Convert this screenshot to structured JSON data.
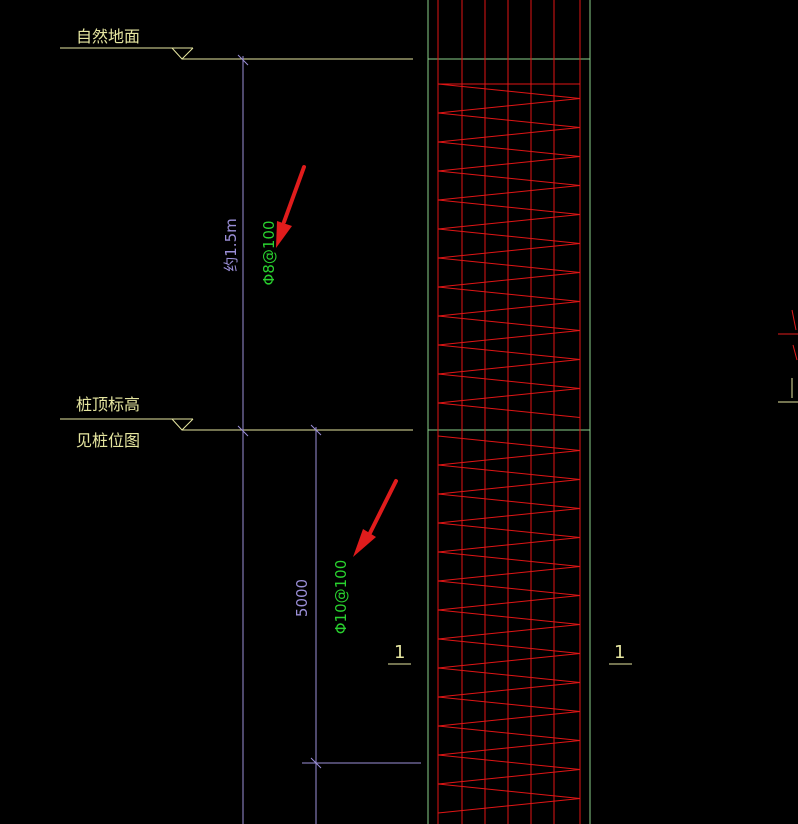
{
  "labels": {
    "natural_ground": "自然地面",
    "pile_top_elevation": "桩顶标高",
    "see_pile_plan": "见桩位图",
    "depth_upper": "约1.5m",
    "depth_lower": "5000",
    "stirrup_upper": "Φ8@100",
    "stirrup_lower": "Φ10@100",
    "section_left": "1",
    "section_right": "1"
  },
  "colors": {
    "background": "#000000",
    "ground_line": "#e6e6a0",
    "dimension": "#9b8fd8",
    "pile_outline": "#8ad08a",
    "rebar": "#e01515",
    "arrow": "#e01c1c",
    "annotation": "#29d22f"
  }
}
